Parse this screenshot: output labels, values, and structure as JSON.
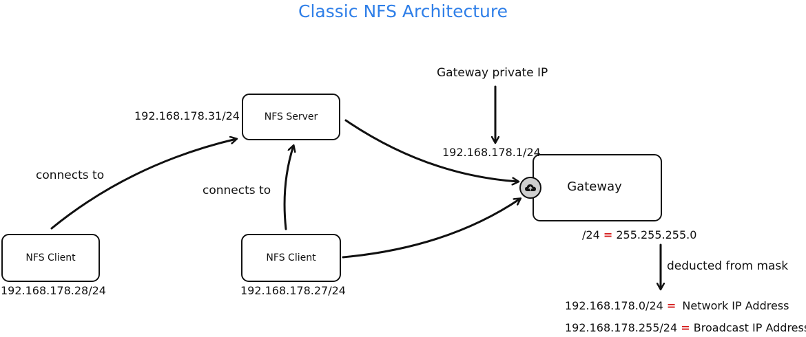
{
  "title": "Classic NFS Architecture",
  "nodes": {
    "nfs_server": "NFS Server",
    "nfs_client_left": "NFS Client",
    "nfs_client_middle": "NFS Client",
    "gateway": "Gateway"
  },
  "ips": {
    "server": "192.168.178.31/24",
    "client_left": "192.168.178.28/24",
    "client_middle": "192.168.178.27/24",
    "gateway": "192.168.178.1/24"
  },
  "labels": {
    "connects_left": "connects to",
    "connects_middle": "connects to",
    "gateway_private_ip": "Gateway private IP",
    "deducted": "deducted from mask"
  },
  "mask": {
    "prefix": "/24",
    "eq": "=",
    "value": "255.255.255.0"
  },
  "network": {
    "ip": "192.168.178.0/24",
    "eq": "=",
    "label": "Network IP Address"
  },
  "broadcast": {
    "ip": "192.168.178.255/24",
    "eq": "=",
    "label": "Broadcast IP Address"
  },
  "colors": {
    "title": "#2f7fe8",
    "equals": "#d62020",
    "cloud_fill": "#cfcfcf"
  },
  "icons": {
    "gateway_icon": "cloud-upload-icon"
  }
}
